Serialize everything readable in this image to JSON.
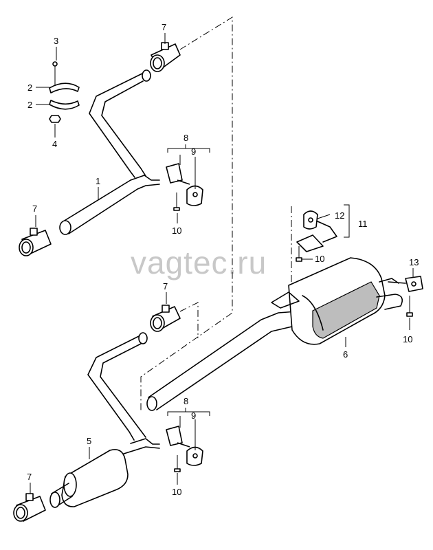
{
  "watermark": "vagtec.ru",
  "callouts": {
    "c1": "1",
    "c2a": "2",
    "c2b": "2",
    "c3": "3",
    "c4": "4",
    "c5": "5",
    "c6": "6",
    "c7a": "7",
    "c7b": "7",
    "c7c": "7",
    "c7d": "7",
    "c8a": "8",
    "c8b": "8",
    "c9a": "9",
    "c9b": "9",
    "c10a": "10",
    "c10b": "10",
    "c10c": "10",
    "c10d": "10",
    "c11": "11",
    "c12": "12",
    "c13": "13"
  }
}
